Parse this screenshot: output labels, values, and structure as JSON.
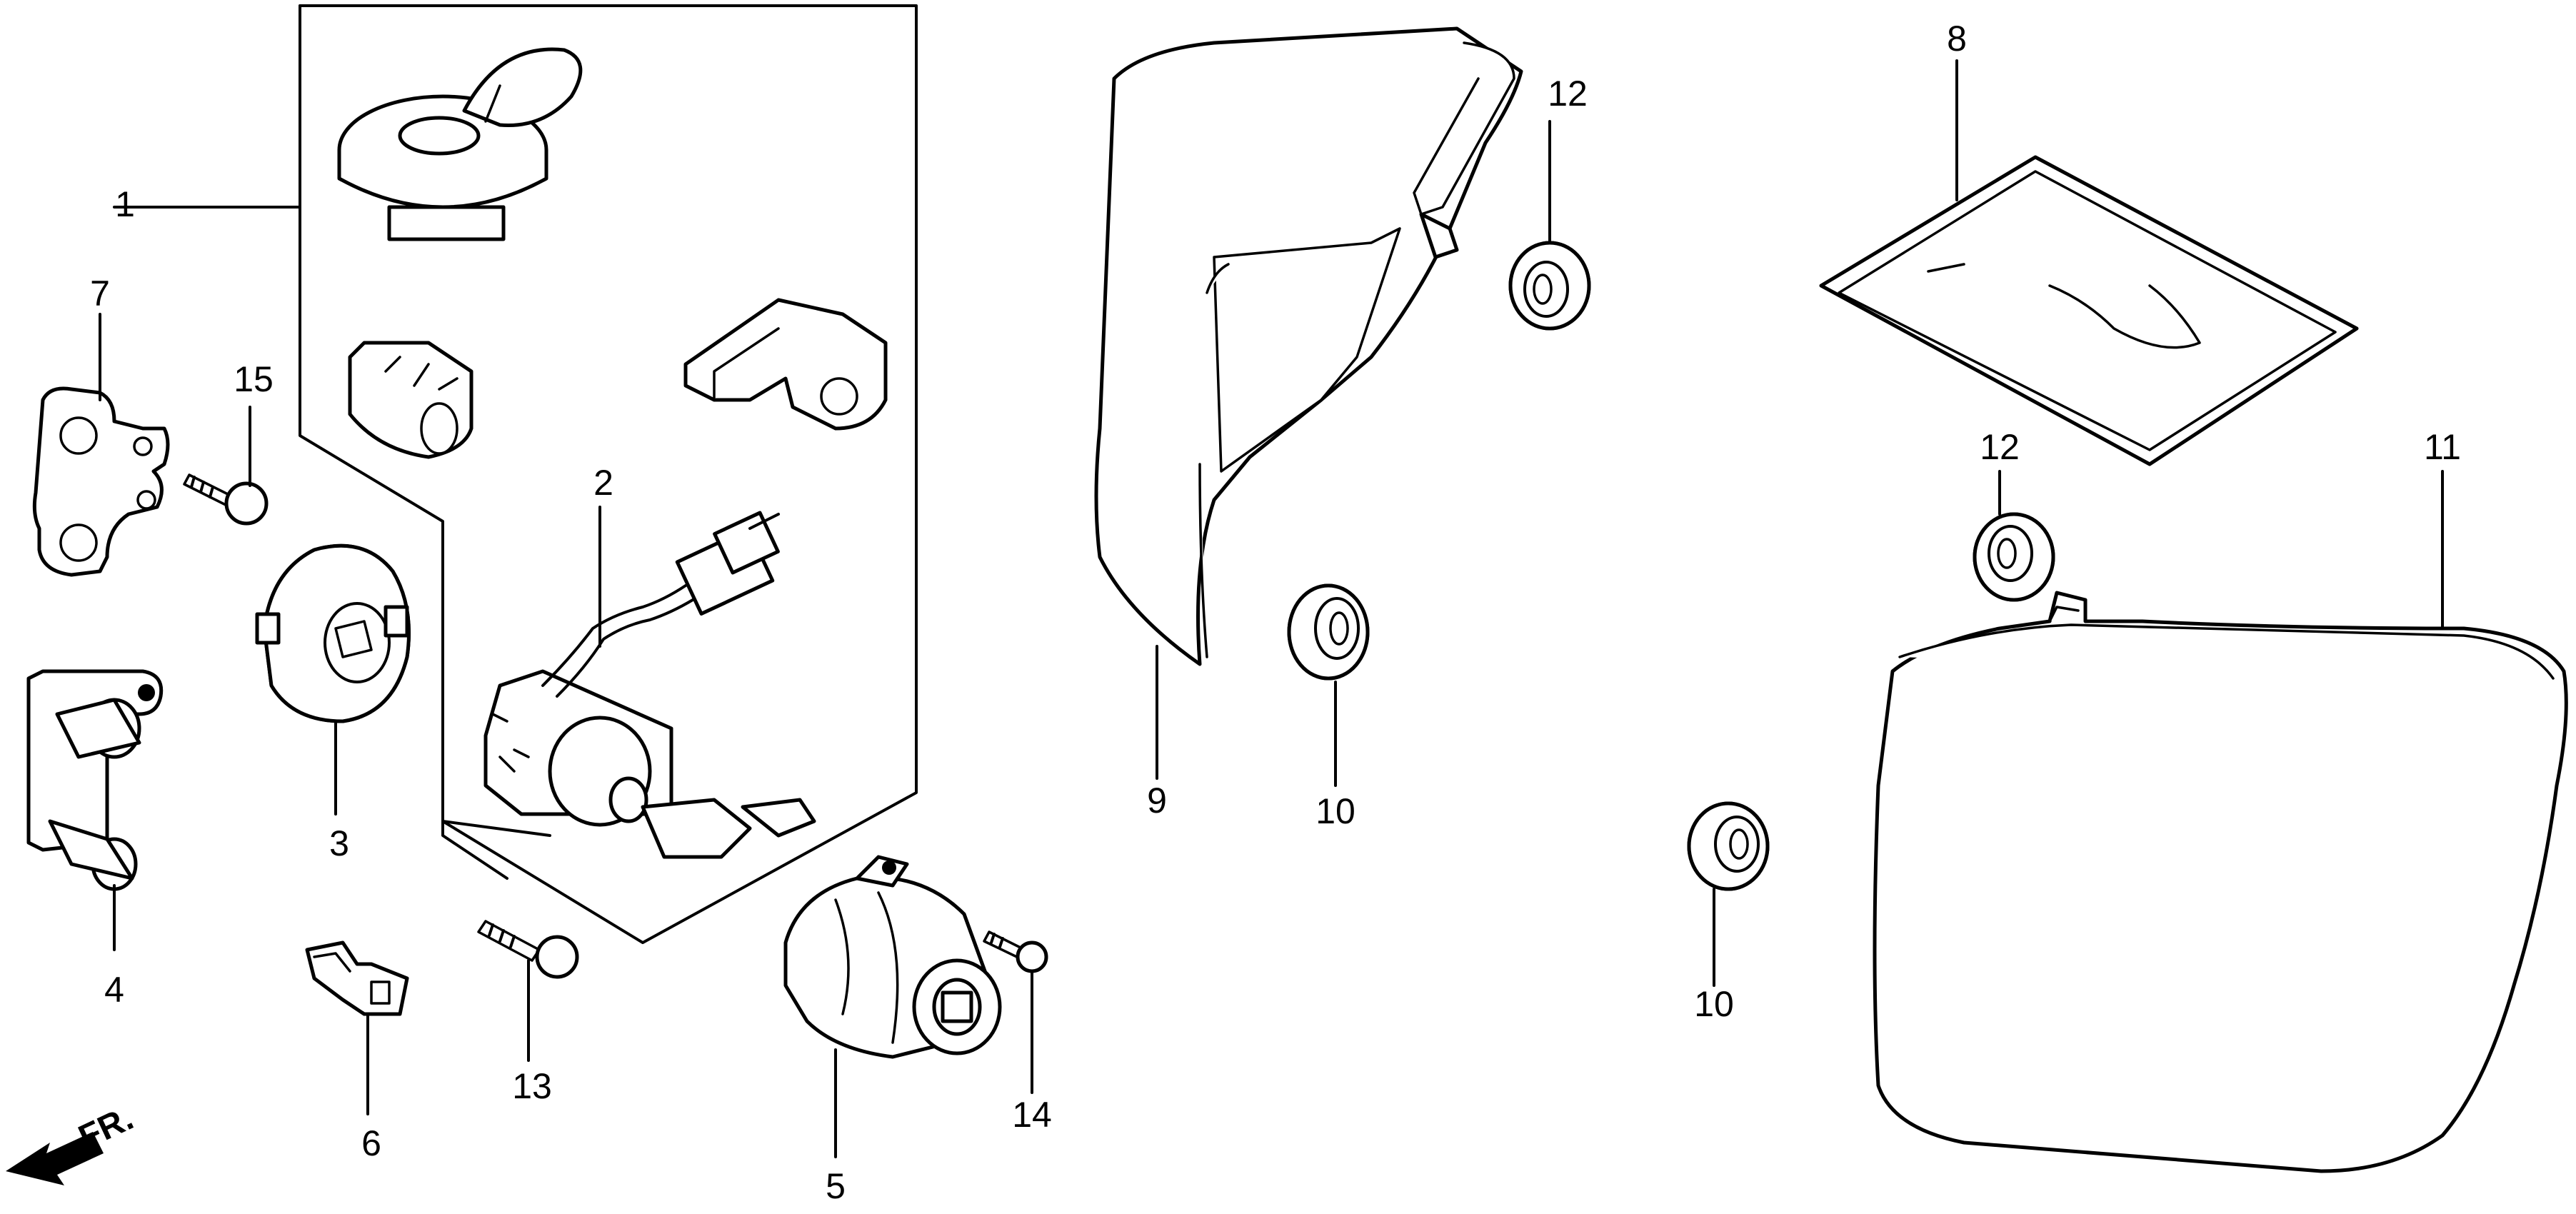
{
  "callouts": {
    "c1": "1",
    "c2": "2",
    "c3": "3",
    "c4": "4",
    "c5": "5",
    "c6": "6",
    "c7": "7",
    "c8": "8",
    "c9": "9",
    "c10a": "10",
    "c10b": "10",
    "c11": "11",
    "c12a": "12",
    "c12b": "12",
    "c13": "13",
    "c14": "14",
    "c15": "15"
  },
  "direction_label": "FR.",
  "colors": {
    "line": "#000000",
    "background": "#ffffff"
  }
}
